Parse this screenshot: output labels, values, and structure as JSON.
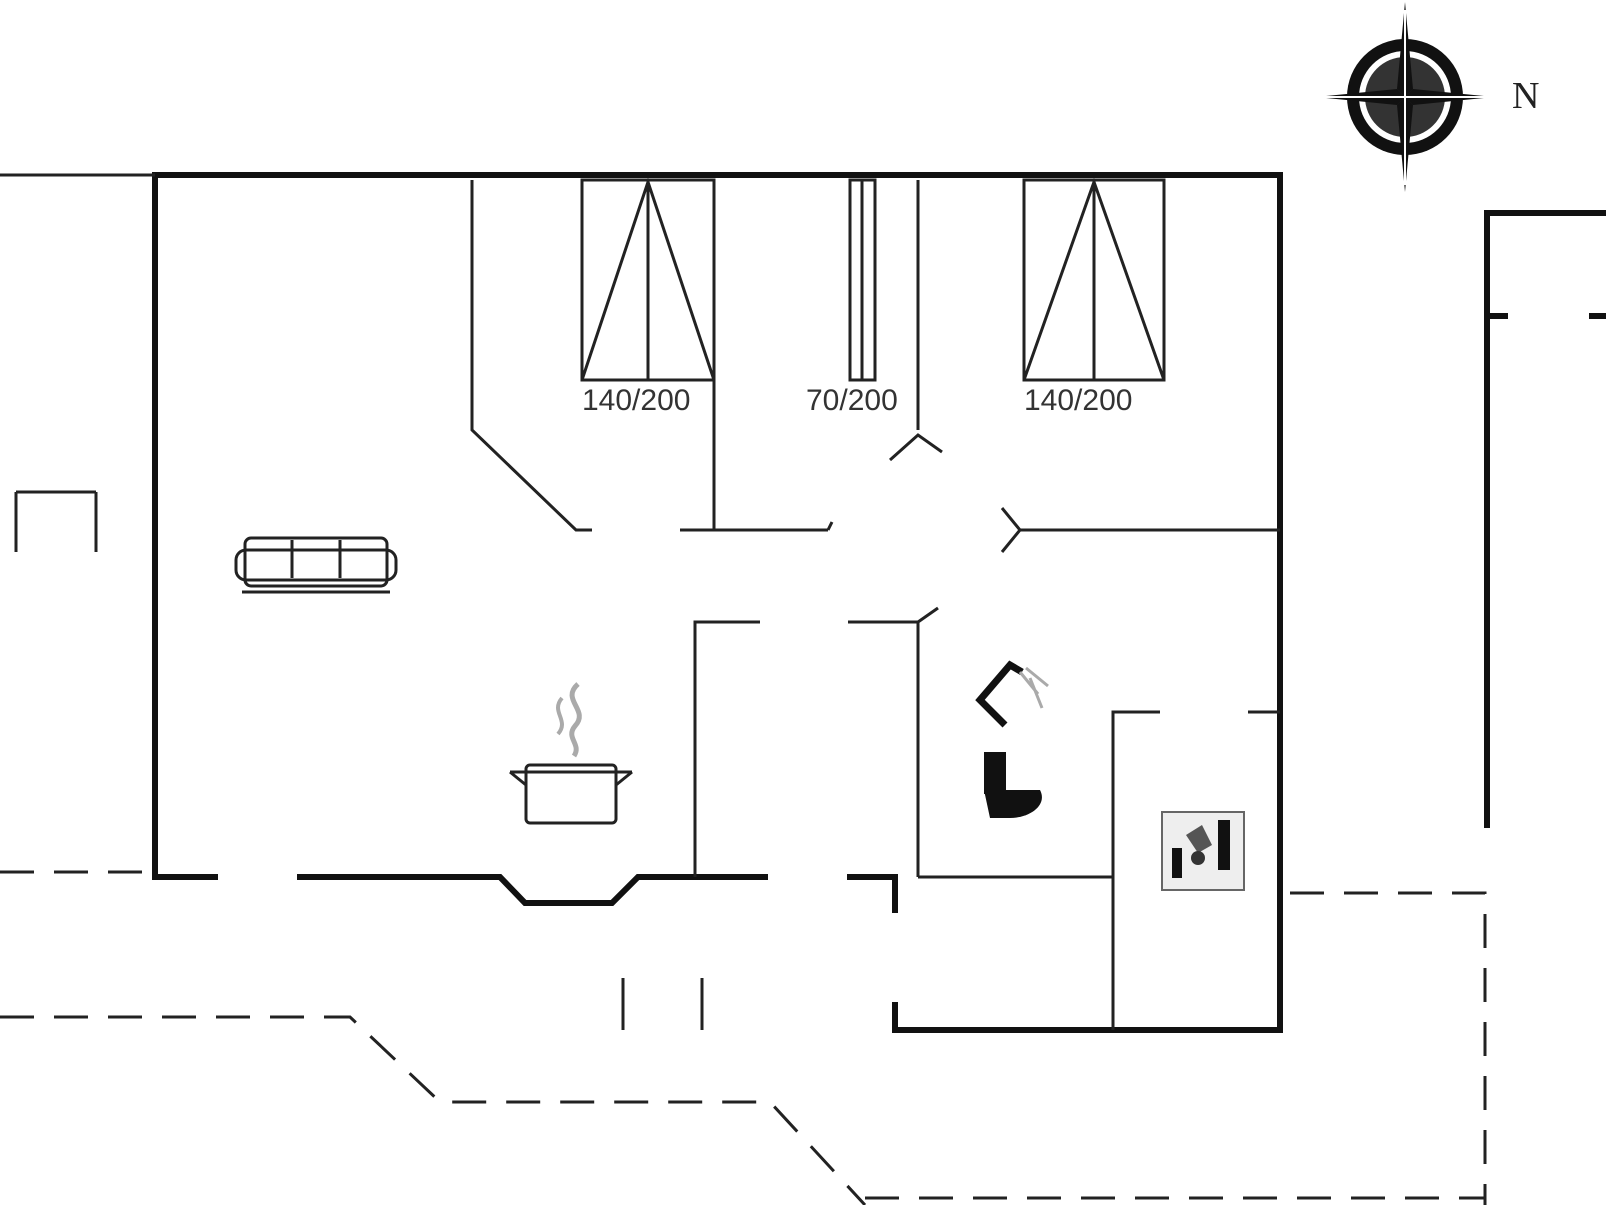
{
  "floorplan": {
    "compass": {
      "north_label": "N"
    },
    "beds": [
      {
        "id": "bed-1",
        "label": "140/200"
      },
      {
        "id": "bed-2",
        "label": "70/200"
      },
      {
        "id": "bed-3",
        "label": "140/200"
      }
    ],
    "fixtures": [
      "sofa-icon",
      "cooking-pot-icon",
      "shower-icon",
      "toilet-icon",
      "utility-room-icon"
    ],
    "colors": {
      "line": "#111111",
      "background": "#ffffff"
    }
  }
}
